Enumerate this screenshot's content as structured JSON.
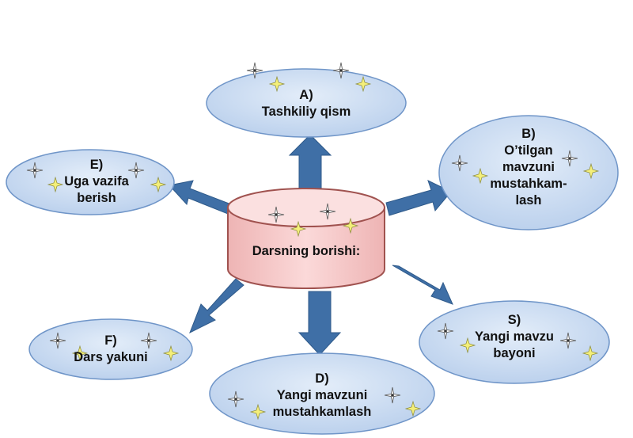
{
  "center": {
    "text": "Darsning borishi:"
  },
  "nodes": {
    "a": {
      "letter": "A)",
      "lines": [
        "Tashkiliy qism"
      ]
    },
    "b": {
      "letter": "B)",
      "lines": [
        "O’tilgan",
        "mavzuni",
        "mustahkam-",
        "lash"
      ]
    },
    "s": {
      "letter": "S)",
      "lines": [
        "Yangi mavzu",
        "bayoni"
      ]
    },
    "d": {
      "letter": "D)",
      "lines": [
        "Yangi mavzuni",
        "mustahkamlash"
      ]
    },
    "f": {
      "letter": "F)",
      "lines": [
        "Dars yakuni"
      ]
    },
    "e": {
      "letter": "E)",
      "lines": [
        "Uga vazifa",
        "berish"
      ]
    }
  },
  "colors": {
    "ellipse_fill": "#c9dcf3",
    "ellipse_stroke": "#4f81bd",
    "cylinder_fill": "#f6c9c9",
    "cylinder_stroke": "#b85450",
    "arrow": "#3f6fa6",
    "sparkle": "#ffffff",
    "sparkle_yellow": "#f2ee85"
  },
  "icons": [
    "sparkle-icon"
  ]
}
